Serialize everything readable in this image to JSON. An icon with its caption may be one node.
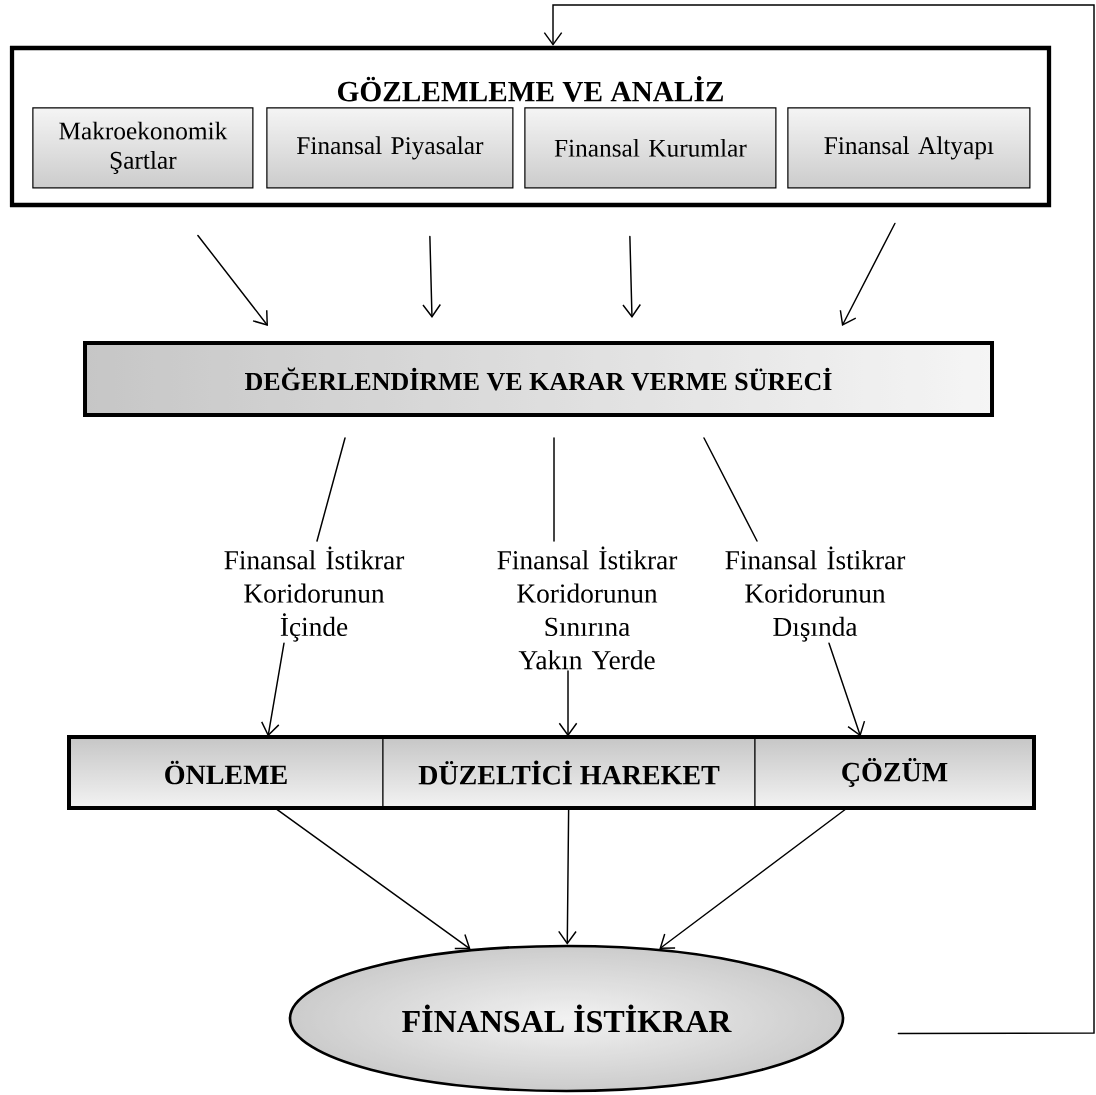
{
  "diagram": {
    "nodes": [
      {
        "text": [
          "GÖZLEMLEME VE ANALİZ"
        ]
      },
      {
        "text": [
          "Makroekonomik Şartlar"
        ],
        "in": 0
      },
      {
        "text": [
          "Finansal Piyasalar"
        ],
        "in": 0
      },
      {
        "text": [
          "Finansal Kurumlar"
        ],
        "in": 0
      },
      {
        "text": [
          "Finansal Altyapı"
        ],
        "in": 0
      },
      {
        "text": [
          "DEĞERLENDİRME VE KARAR VERME SÜRECİ"
        ]
      },
      {
        "text": [
          "Finansal İstikrar Koridorunun İçinde"
        ]
      },
      {
        "text": [
          "Finansal İstikrar Koridorunun Sınırına Yakın Yerde"
        ]
      },
      {
        "text": [
          "Finansal İstikrar Koridorunun Dışında"
        ]
      },
      {
        "text": [
          "ÖNLEME"
        ]
      },
      {
        "text": [
          "DÜZELTİCİ HAREKET"
        ]
      },
      {
        "text": [
          "ÇÖZÜM"
        ]
      },
      {
        "text": [
          "FİNANSAL İSTİKRAR"
        ]
      }
    ],
    "edges": [
      {
        "from": 1,
        "to": 5,
        "arrow": "to"
      },
      {
        "from": 2,
        "to": 5,
        "arrow": "to"
      },
      {
        "from": 3,
        "to": 5,
        "arrow": "to"
      },
      {
        "from": 4,
        "to": 5,
        "arrow": "to"
      },
      {
        "from": 5,
        "to": 6,
        "arrow": "none"
      },
      {
        "from": 5,
        "to": 7,
        "arrow": "none"
      },
      {
        "from": 5,
        "to": 8,
        "arrow": "none"
      },
      {
        "from": 6,
        "to": 9,
        "arrow": "to"
      },
      {
        "from": 7,
        "to": 10,
        "arrow": "to"
      },
      {
        "from": 8,
        "to": 11,
        "arrow": "to"
      },
      {
        "from": 9,
        "to": 12,
        "arrow": "to"
      },
      {
        "from": 10,
        "to": 12,
        "arrow": "to"
      },
      {
        "from": 11,
        "to": 12,
        "arrow": "to"
      },
      {
        "from": 12,
        "to": 0,
        "arrow": "to"
      }
    ]
  }
}
